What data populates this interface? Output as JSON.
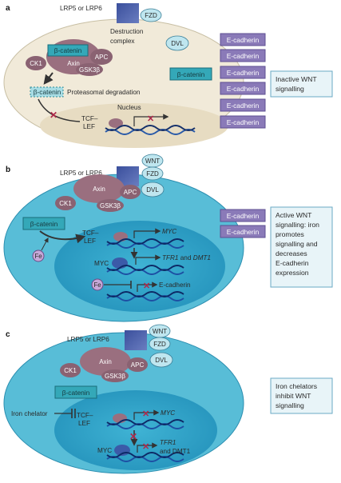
{
  "panels": [
    {
      "letter": "a",
      "receptor": "LRP5 or LRP6",
      "fzd": "FZD",
      "destruction_complex": "Destruction\ncomplex",
      "dvl": "DVL",
      "bcatenin": "β-catenin",
      "axin": "Axin",
      "apc": "APC",
      "ck1": "CK1",
      "gsk3b": "GSK3β",
      "bcatenin_free": "β-catenin",
      "degraded_bcatenin": "β-catenin",
      "proteasomal": "Proteasomal degradation",
      "nucleus": "Nucleus",
      "tcf_lef": "TCF–\nLEF",
      "ecadherin": [
        "E-cadherin",
        "E-cadherin",
        "E-cadherin",
        "E-cadherin",
        "E-cadherin",
        "E-cadherin"
      ],
      "note": "Inactive WNT\nsignalling"
    },
    {
      "letter": "b",
      "receptor": "LRP5 or LRP6",
      "wnt": "WNT",
      "fzd": "FZD",
      "dvl": "DVL",
      "axin": "Axin",
      "apc": "APC",
      "ck1": "CK1",
      "gsk3b": "GSK3β",
      "bcatenin": "β-catenin",
      "fe": "Fe",
      "tcf_lef": "TCF–\nLEF",
      "myc_target": "MYC",
      "myc": "MYC",
      "tfr1": "TFR1",
      "and_word": " and ",
      "dmt1": "DMT1",
      "fe2": "Fe",
      "ecad_gene": "E-cadherin",
      "ecadherin": [
        "E-cadherin",
        "E-cadherin"
      ],
      "note": "Active WNT\nsignalling: iron\npromotes\nsignalling and\ndecreases\nE-cadherin\nexpression"
    },
    {
      "letter": "c",
      "receptor": "LRP5 or LRP6",
      "wnt": "WNT",
      "fzd": "FZD",
      "dvl": "DVL",
      "axin": "Axin",
      "apc": "APC",
      "ck1": "CK1",
      "gsk3b": "GSK3β",
      "bcatenin": "β-catenin",
      "chelator": "Iron chelator",
      "tcf_lef": "TCF–\nLEF",
      "myc_target": "MYC",
      "myc": "MYC",
      "tfr1": "TFR1",
      "and_dmt1": "and DMT1",
      "note": "Iron chelators\ninhibit WNT\nsignalling"
    }
  ],
  "colors": {
    "cell_a": "#f1ead9",
    "nucleus_a": "#e7dcc2",
    "cell_bc": "#58bdd7",
    "nucleus_bc": "#2ea2c6",
    "protein": "#9a6f7f",
    "receptor": "#4a5ea9",
    "ecadherin": "#8a7ab8",
    "bcatenin": "#34a8b8",
    "inhibit": "#b0284a"
  }
}
